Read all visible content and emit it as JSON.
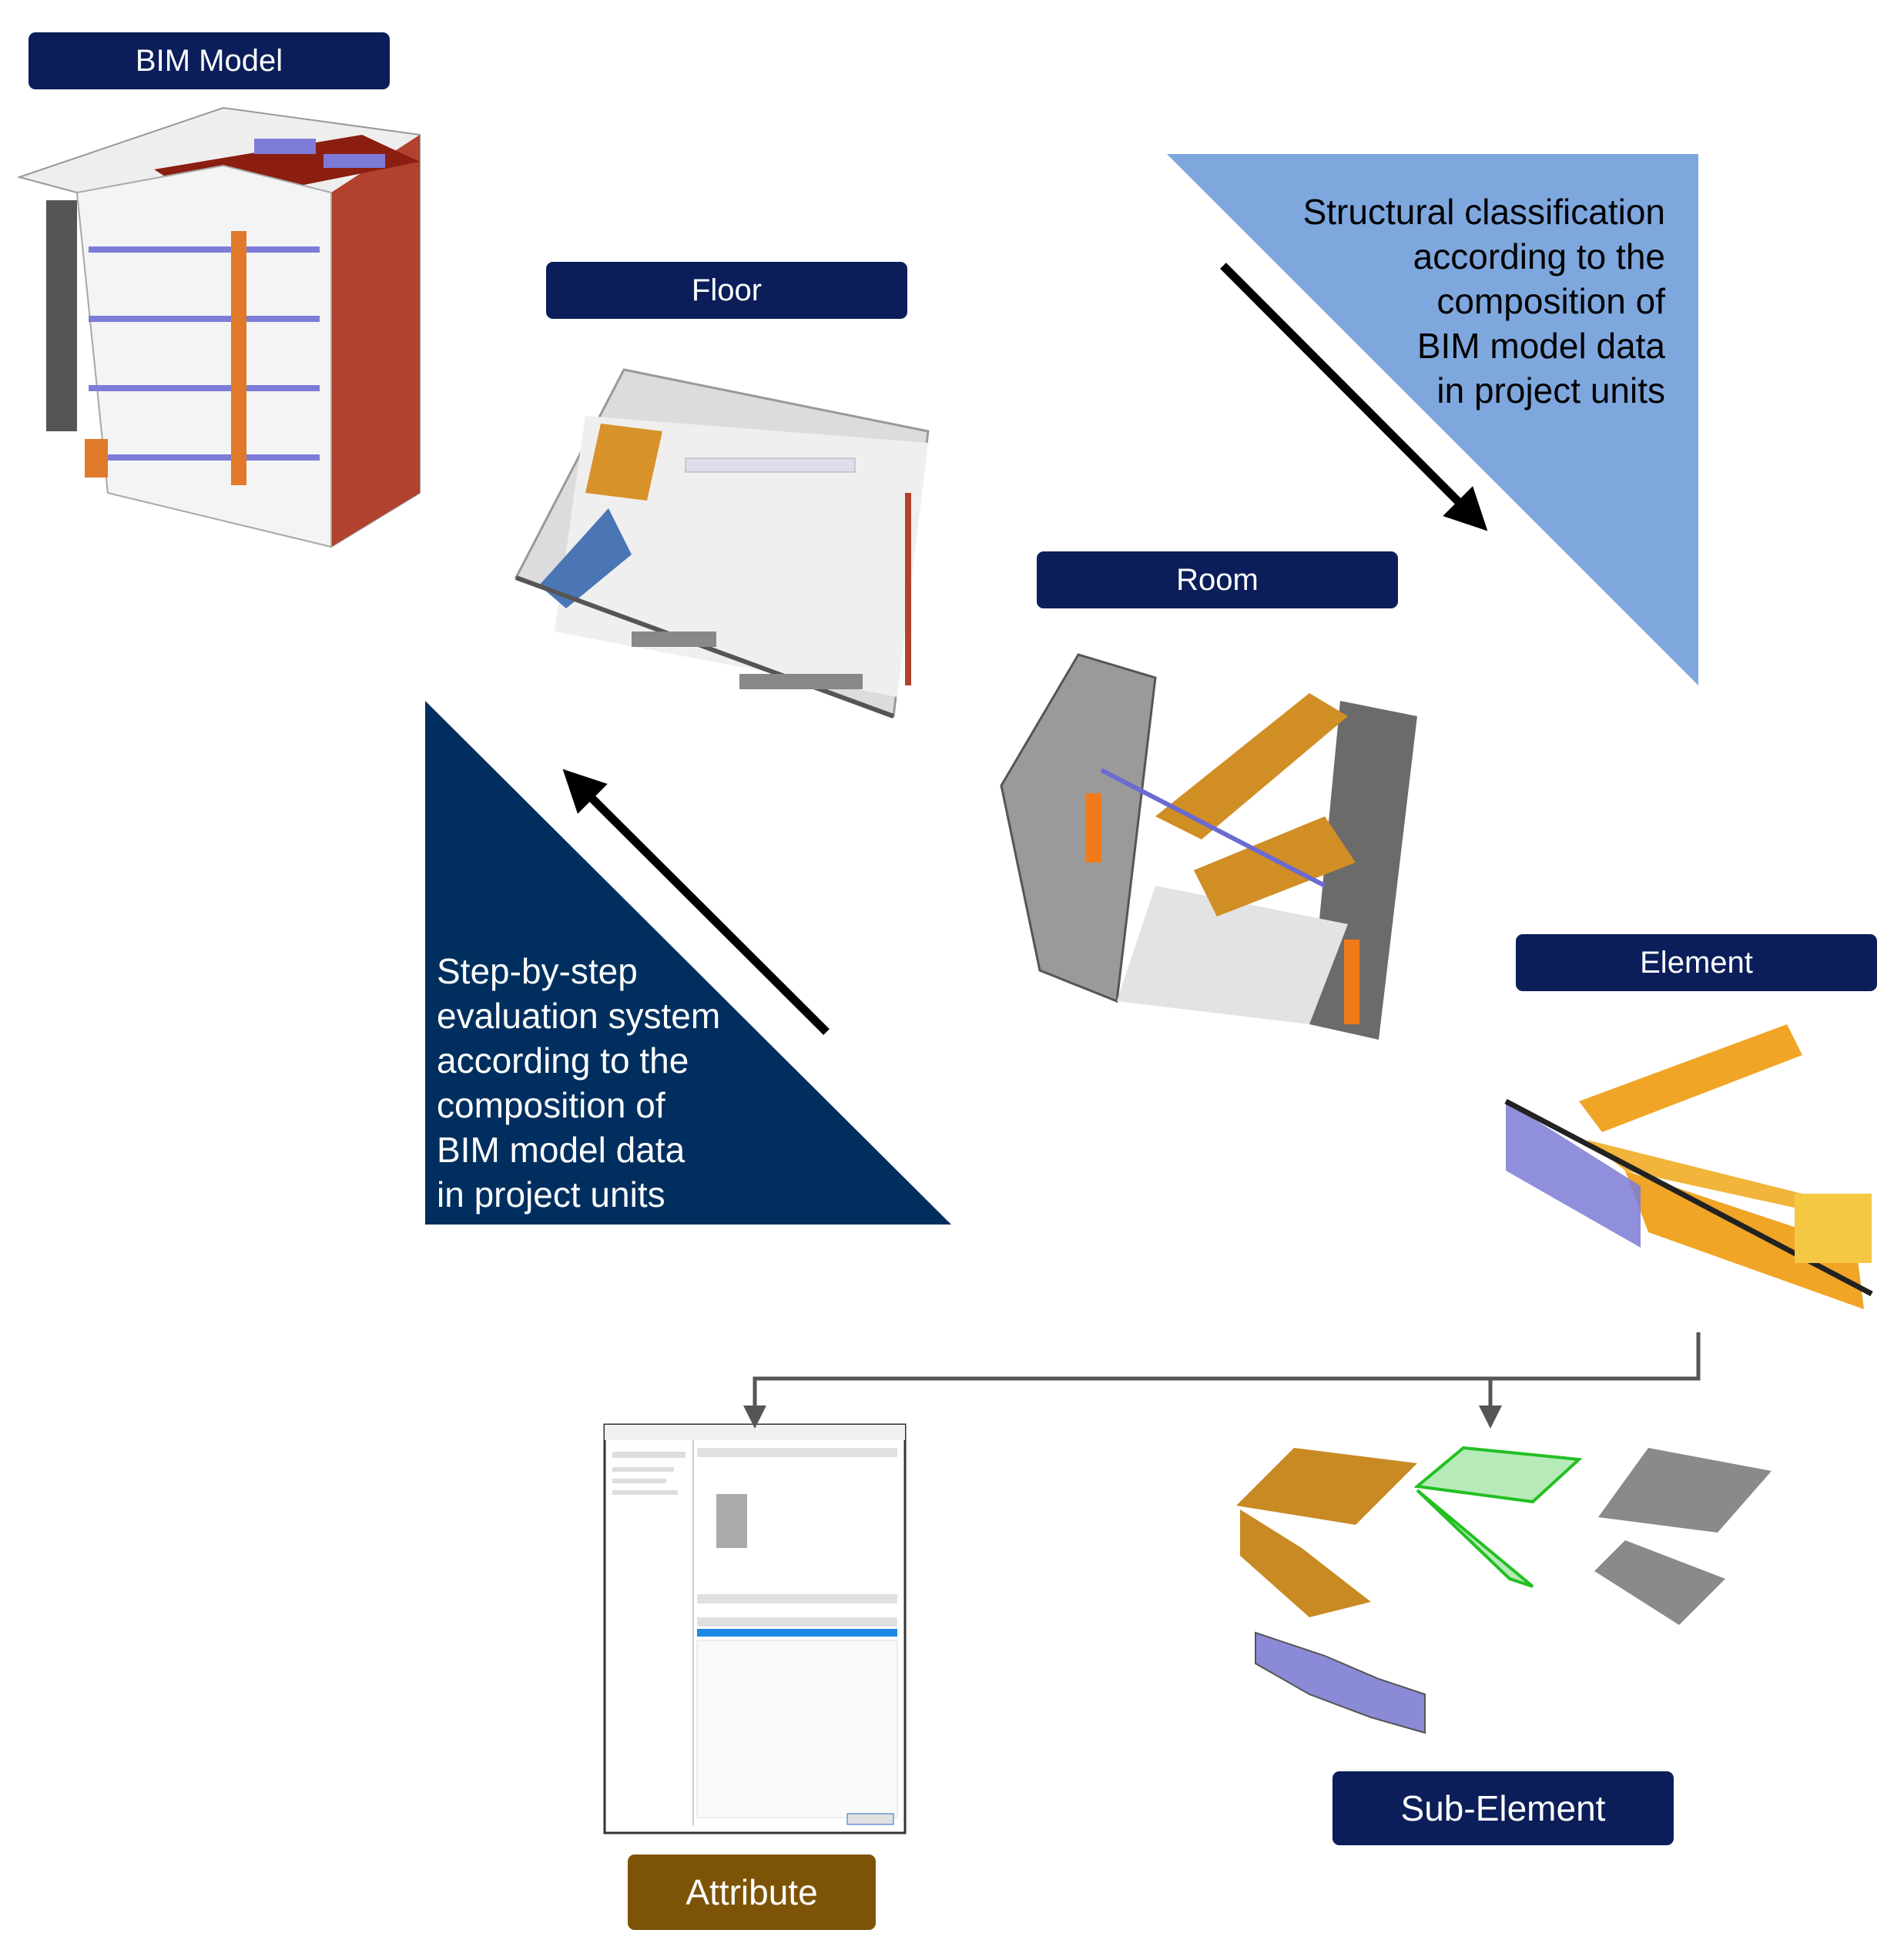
{
  "labels": {
    "bim_model": "BIM Model",
    "floor": "Floor",
    "room": "Room",
    "element": "Element",
    "sub_element": "Sub-Element",
    "attribute": "Attribute"
  },
  "classification_text": [
    "Structural classification",
    "according to the",
    "composition of",
    "BIM model data",
    "in project units"
  ],
  "evaluation_text": [
    "Step-by-step",
    "evaluation  system",
    "according to the",
    "composition of",
    "BIM model data",
    "in project units"
  ],
  "colors": {
    "label_navy": "#0b1e5a",
    "attribute_brown": "#7d5407",
    "light_triangle": "#7ea7de",
    "dark_triangle": "#002f5f",
    "stair_orange": "#f0a526",
    "rail_purple": "#8a8ad6"
  }
}
